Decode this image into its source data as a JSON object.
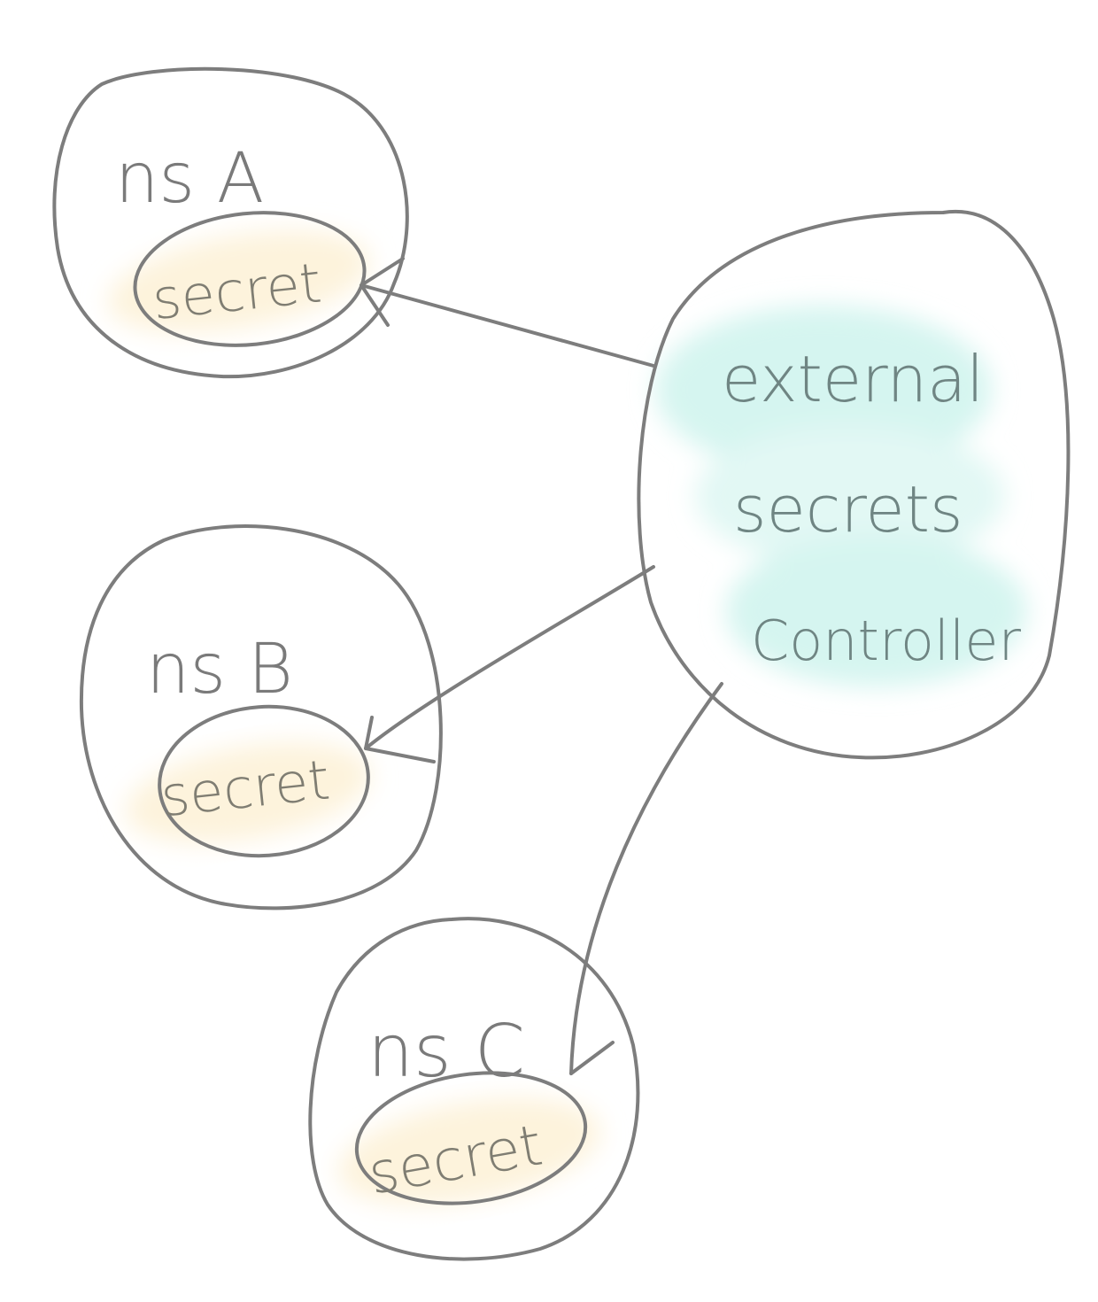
{
  "diagram": {
    "colors": {
      "stroke": "#7d7d7d",
      "secret_highlight": "#fdf3dc",
      "controller_highlight": "#d5f5f0",
      "background": "#ffffff"
    },
    "controller": {
      "label_lines": [
        "external",
        "secrets",
        "Controller"
      ]
    },
    "namespaces": [
      {
        "id": "A",
        "label": "ns A",
        "secret_label": "secret"
      },
      {
        "id": "B",
        "label": "ns B",
        "secret_label": "secret"
      },
      {
        "id": "C",
        "label": "ns C",
        "secret_label": "secret"
      }
    ],
    "edges": [
      {
        "from": "controller",
        "to": "ns A secret"
      },
      {
        "from": "controller",
        "to": "ns B secret"
      },
      {
        "from": "controller",
        "to": "ns C secret"
      }
    ]
  }
}
